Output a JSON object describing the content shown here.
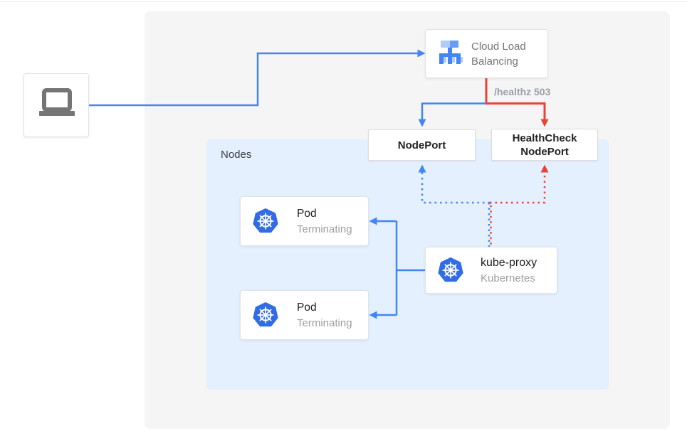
{
  "nodes_panel": {
    "label": "Nodes"
  },
  "client": {
    "icon": "laptop-icon"
  },
  "cloud_load_balancing": {
    "line1": "Cloud Load",
    "line2": "Balancing",
    "icon": "load-balancer-icon"
  },
  "labels": {
    "healthz": "/healthz 503",
    "nodeport": "NodePort"
  },
  "healthcheck_nodeport": {
    "line1": "HealthCheck",
    "line2": "NodePort"
  },
  "pods": [
    {
      "title": "Pod",
      "status": "Terminating",
      "icon": "kubernetes-icon"
    },
    {
      "title": "Pod",
      "status": "Terminating",
      "icon": "kubernetes-icon"
    }
  ],
  "kube_proxy": {
    "title": "kube-proxy",
    "subtitle": "Kubernetes",
    "icon": "kubernetes-icon"
  },
  "colors": {
    "blue": "#4285f4",
    "red": "#ea4335",
    "kubernetes_blue": "#326ce5",
    "outer_panel_bg": "#f5f5f5",
    "nodes_panel_bg": "#e4f0fd",
    "card_text": "#212121",
    "muted_text": "#9e9e9e",
    "healthz_text": "#9aa0a6"
  }
}
